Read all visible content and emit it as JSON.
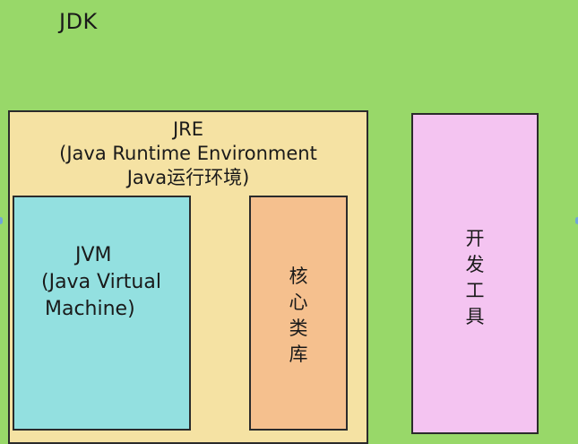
{
  "jdk": {
    "title": "JDK"
  },
  "jre": {
    "line1": "JRE",
    "line2": "(Java Runtime Environment",
    "line3": "Java运行环境)"
  },
  "jvm": {
    "line1": "JVM",
    "line2": "(Java Virtual",
    "line3": "Machine)"
  },
  "core_library": {
    "chars": [
      "核",
      "心",
      "类",
      "库"
    ]
  },
  "dev_tools": {
    "chars": [
      "开",
      "发",
      "工",
      "具"
    ]
  },
  "colors": {
    "background": "#98d869",
    "jre": "#f5e2a3",
    "jvm": "#93e0e0",
    "core_library": "#f5c08e",
    "dev_tools": "#f4c4f1"
  }
}
